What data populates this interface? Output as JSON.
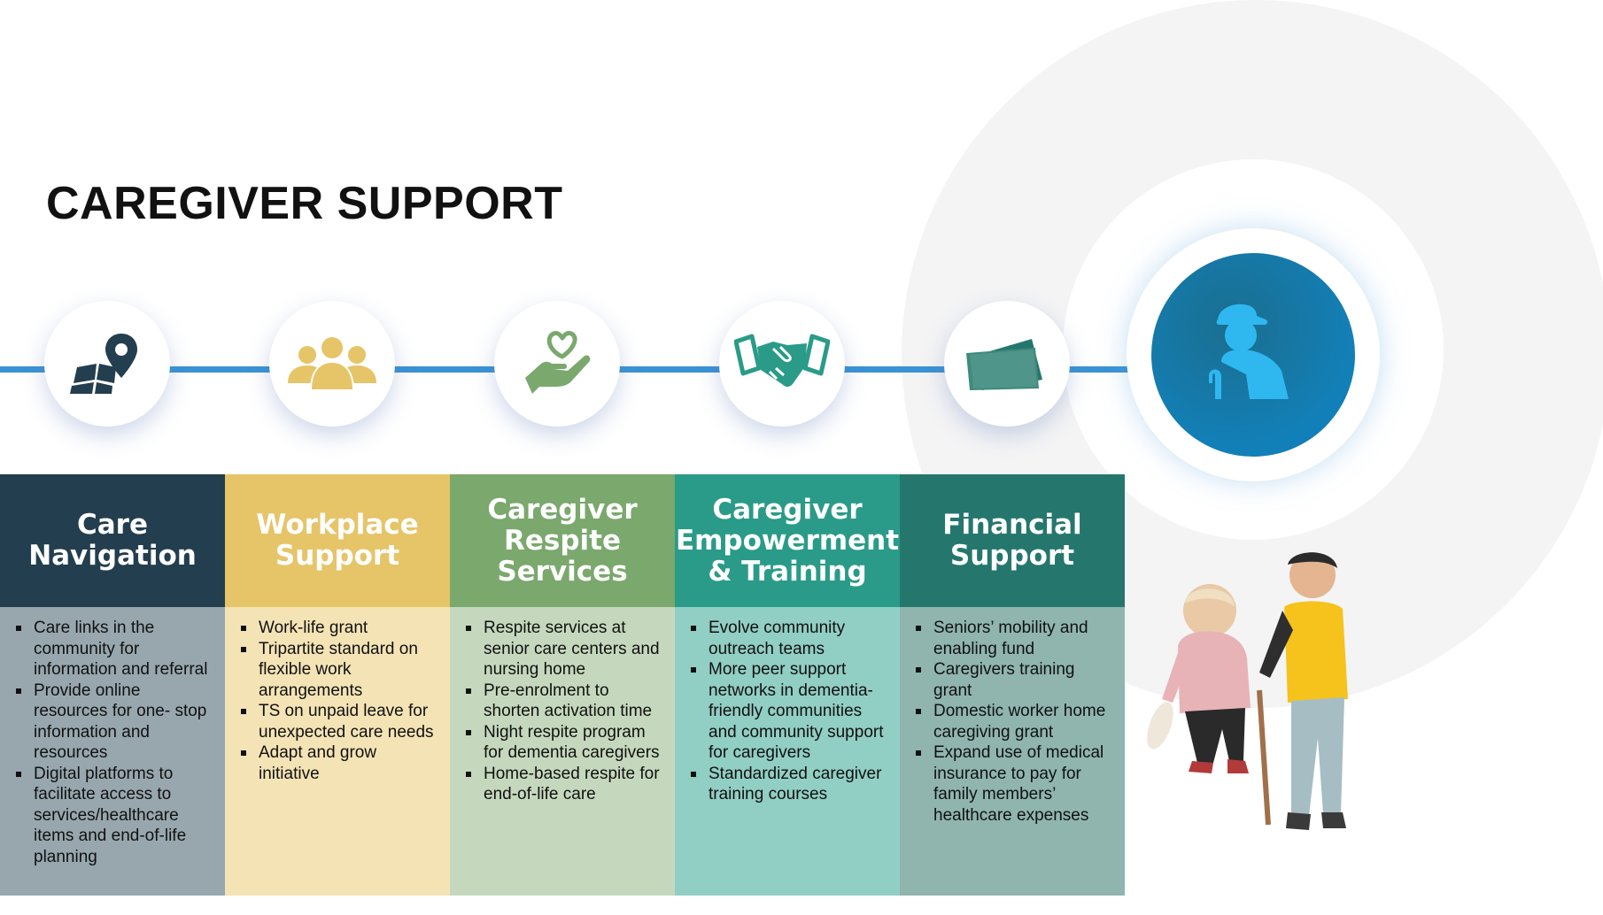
{
  "title": "CAREGIVER SUPPORT",
  "colors": {
    "timeline": "#3a93d4",
    "accent_circle": "#0f79b7",
    "care_navigation_head": "#233e4e",
    "care_navigation_body": "#98a7ae",
    "workplace_head": "#e6c468",
    "workplace_body": "#f4e3b5",
    "respite_head": "#7aa86d",
    "respite_body": "#c5d8bd",
    "empowerment_head": "#2a9b88",
    "empowerment_body": "#91cec3",
    "financial_head": "#25776e",
    "financial_body": "#8fb5ae"
  },
  "icons": [
    "map-pin-icon",
    "group-icon",
    "heart-in-hand-icon",
    "handshake-icon",
    "cash-icon",
    "elderly-person-icon"
  ],
  "columns": [
    {
      "title": "Care Navigation",
      "items": [
        "Care links in the community for information and referral",
        "Provide online resources for one- stop information and resources",
        "Digital platforms to facilitate access to services/healthcare items and end-of-life planning"
      ]
    },
    {
      "title": "Workplace Support",
      "items": [
        "Work-life grant",
        "Tripartite standard on flexible work arrangements",
        "TS on unpaid leave for unexpected care needs",
        "Adapt and grow initiative"
      ]
    },
    {
      "title": "Caregiver Respite Services",
      "items": [
        "Respite services at senior care centers and nursing home",
        "Pre-enrolment to shorten activation time",
        "Night respite program for dementia caregivers",
        "Home-based respite for end-of-life care"
      ]
    },
    {
      "title": "Caregiver Empowerment & Training",
      "items": [
        "Evolve community outreach teams",
        "More peer support networks in dementia-friendly communities and community support for caregivers",
        "Standardized caregiver training courses"
      ]
    },
    {
      "title": "Financial Support",
      "items": [
        "Seniors’ mobility and enabling fund",
        "Caregivers training grant",
        "Domestic worker home caregiving grant",
        "Expand use of medical insurance to pay for family members’ healthcare expenses"
      ]
    }
  ]
}
